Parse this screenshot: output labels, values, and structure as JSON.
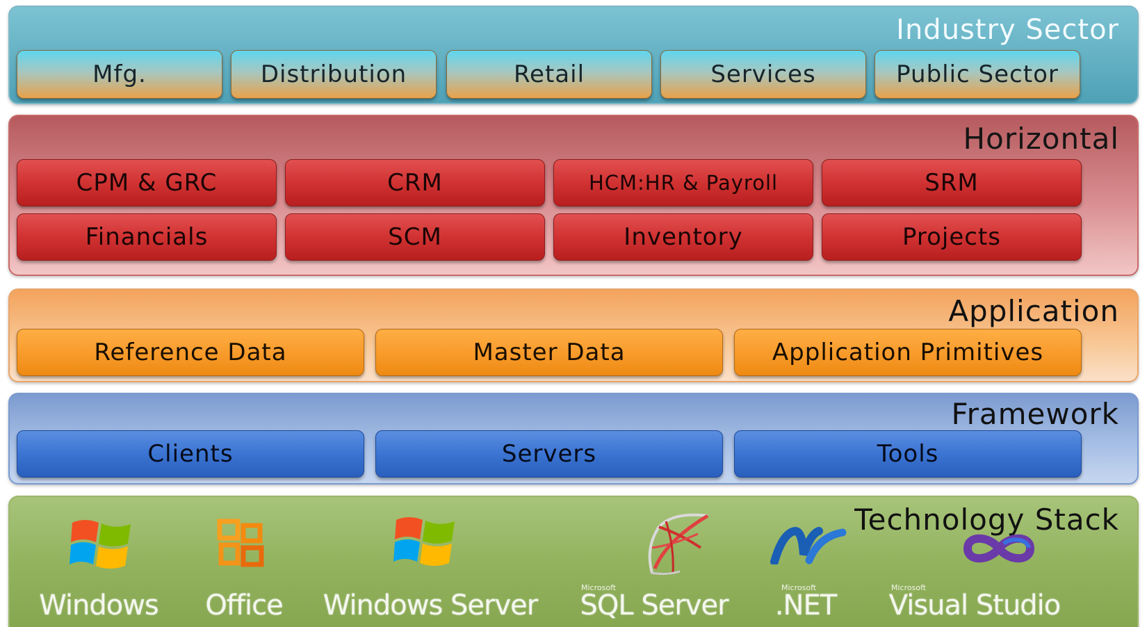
{
  "layers": {
    "industry": {
      "title": "Industry Sector",
      "items": [
        "Mfg.",
        "Distribution",
        "Retail",
        "Services",
        "Public Sector"
      ]
    },
    "horizontal": {
      "title": "Horizontal",
      "row1": [
        "CPM & GRC",
        "CRM",
        "HCM:HR & Payroll",
        "SRM"
      ],
      "row2": [
        "Financials",
        "SCM",
        "Inventory",
        "Projects"
      ]
    },
    "application": {
      "title": "Application",
      "items": [
        "Reference Data",
        "Master Data",
        "Application Primitives"
      ]
    },
    "framework": {
      "title": "Framework",
      "items": [
        "Clients",
        "Servers",
        "Tools"
      ]
    },
    "technology": {
      "title": "Technology Stack",
      "products": [
        {
          "name": "Windows",
          "icon": "windows-flag-icon"
        },
        {
          "name": "Office",
          "icon": "office-logo-icon"
        },
        {
          "name": "Windows Server",
          "icon": "windows-flag-icon"
        },
        {
          "name": "SQL Server",
          "brand": "Microsoft",
          "icon": "sql-server-logo-icon"
        },
        {
          "name": ".NET",
          "brand": "Microsoft",
          "icon": "dotnet-logo-icon"
        },
        {
          "name": "Visual Studio",
          "brand": "Microsoft",
          "icon": "visual-studio-logo-icon"
        }
      ]
    }
  },
  "colors": {
    "industry_band": "#4fa1b6",
    "horizontal_band": "#b65a5e",
    "application_band": "#f3a35c",
    "framework_band": "#7c9bd0",
    "technology_band": "#93b35f"
  }
}
